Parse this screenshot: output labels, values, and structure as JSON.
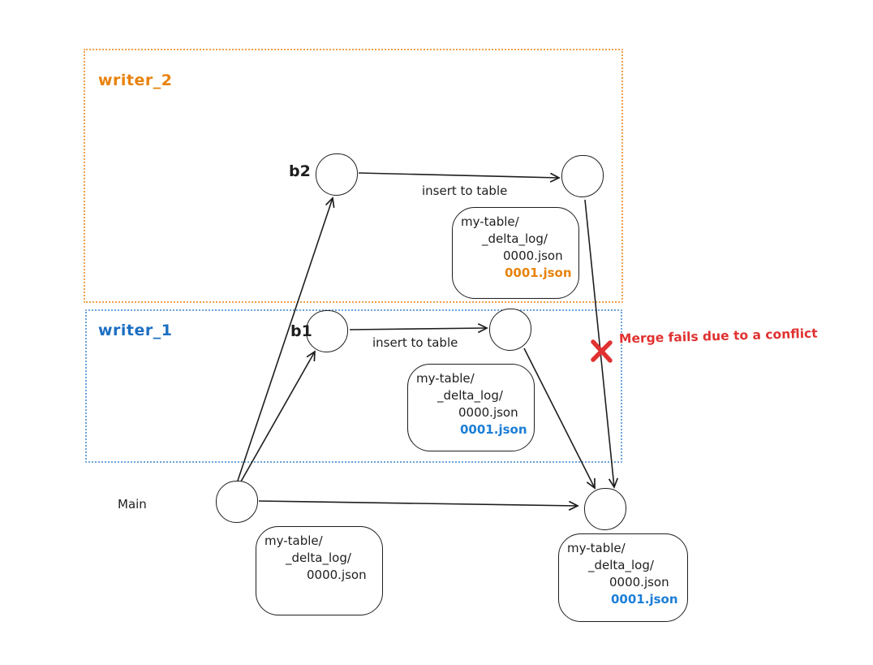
{
  "diagram": {
    "type": "branch-merge-conflict-diagram",
    "colors": {
      "writer_2_accent": "#e8820c",
      "writer_2_border": "#f0a04b",
      "writer_1_accent": "#1c7ed6",
      "writer_1_border": "#6aa3dc",
      "conflict_red": "#e03131",
      "ink": "#1e1e1e"
    },
    "lanes": {
      "writer_2": {
        "label": "writer_2"
      },
      "writer_1": {
        "label": "writer_1"
      }
    },
    "main": {
      "label": "Main"
    },
    "nodes": {
      "b2_label": "b2",
      "b1_label": "b1"
    },
    "edges": {
      "writer_2_insert_label": "insert to table",
      "writer_1_insert_label": "insert to table"
    },
    "conflict": {
      "note": "Merge fails due to a conflict"
    },
    "file_boxes": {
      "writer_2": {
        "line1": "my-table/",
        "line2": "_delta_log/",
        "line3": "0000.json",
        "line4": "0001.json",
        "line4_color": "#e8820c"
      },
      "writer_1": {
        "line1": "my-table/",
        "line2": "_delta_log/",
        "line3": "0000.json",
        "line4": "0001.json",
        "line4_color": "#1c7ed6"
      },
      "main_initial": {
        "line1": "my-table/",
        "line2": "_delta_log/",
        "line3": "0000.json"
      },
      "main_after_merge": {
        "line1": "my-table/",
        "line2": "_delta_log/",
        "line3": "0000.json",
        "line4": "0001.json",
        "line4_color": "#1c7ed6"
      }
    }
  }
}
